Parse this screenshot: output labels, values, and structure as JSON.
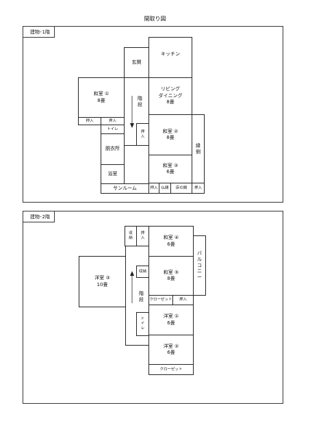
{
  "page_title": "間取り図",
  "floor1": {
    "label": "建物･1階",
    "genkan": "玄関",
    "kitchen": "キッチン",
    "living": [
      "リビング",
      "ダイニング",
      "8畳"
    ],
    "washitsu1": [
      "和室 ①",
      "8畳"
    ],
    "stairs": [
      "階",
      "段"
    ],
    "oshiire_a": "押入",
    "oshiire_b": "押入",
    "oshiire_c": [
      "押",
      "入"
    ],
    "toilet": "トイレ",
    "washitsu2": [
      "和室 ②",
      "8畳"
    ],
    "datsuisho": "脱衣所",
    "engawa": [
      "縁",
      "側"
    ],
    "washitsu3": [
      "和室 ③",
      "6畳"
    ],
    "yokushitsu": "浴室",
    "sunroom": "サンルーム",
    "oshiire_d": "押入",
    "butsuma": "仏間",
    "tokonoma": "床の間",
    "oshiire_e": "押入"
  },
  "floor2": {
    "label": "建物･2階",
    "shuno_a": [
      "収",
      "納"
    ],
    "oshiire_a": [
      "押",
      "入"
    ],
    "washitsu4": [
      "和室 ④",
      "6畳"
    ],
    "balcony": [
      "バ",
      "ル",
      "コ",
      "ニ",
      "ー"
    ],
    "shuno_b": [
      "収",
      "納"
    ],
    "washitsu5": [
      "和室 ⑤",
      "8畳"
    ],
    "stairs": [
      "階",
      "段"
    ],
    "yoshitsu3": [
      "洋室 ③",
      "10畳"
    ],
    "closet_a": "クローゼット",
    "oshiire_b": "押入",
    "toilet": [
      "ト",
      "イ",
      "レ"
    ],
    "yoshitsu1": [
      "洋室 ①",
      "6畳"
    ],
    "yoshitsu2": [
      "洋室 ②",
      "6畳"
    ],
    "closet_b": "クローゼット"
  }
}
